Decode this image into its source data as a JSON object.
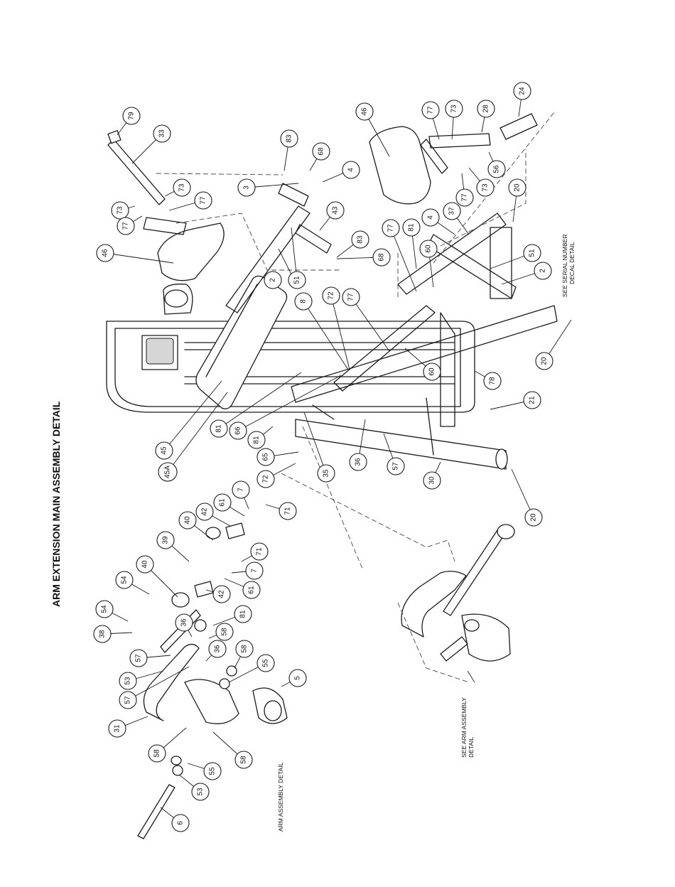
{
  "title": "ARM EXTENSION MAIN ASSEMBLY DETAIL",
  "notes": {
    "arm_assembly_detail": "ARM ASSEMBLY DETAIL",
    "see_arm_assembly": [
      "SEE ARM ASSEMBLY",
      "DETAIL"
    ],
    "serial_number": [
      "SEE SERIAL NUMBER",
      "DECAL DETAIL"
    ]
  },
  "callouts": [
    {
      "id": "79"
    },
    {
      "id": "33"
    },
    {
      "id": "73"
    },
    {
      "id": "77"
    },
    {
      "id": "73"
    },
    {
      "id": "77"
    },
    {
      "id": "46"
    },
    {
      "id": "83"
    },
    {
      "id": "68"
    },
    {
      "id": "4"
    },
    {
      "id": "3"
    },
    {
      "id": "43"
    },
    {
      "id": "2"
    },
    {
      "id": "51"
    },
    {
      "id": "83"
    },
    {
      "id": "68"
    },
    {
      "id": "46"
    },
    {
      "id": "77"
    },
    {
      "id": "73"
    },
    {
      "id": "28"
    },
    {
      "id": "24"
    },
    {
      "id": "56"
    },
    {
      "id": "73"
    },
    {
      "id": "77"
    },
    {
      "id": "4"
    },
    {
      "id": "37"
    },
    {
      "id": "20"
    },
    {
      "id": "81"
    },
    {
      "id": "60"
    },
    {
      "id": "77"
    },
    {
      "id": "51"
    },
    {
      "id": "2"
    },
    {
      "id": "72"
    },
    {
      "id": "77"
    },
    {
      "id": "8"
    },
    {
      "id": "60"
    },
    {
      "id": "78"
    },
    {
      "id": "20"
    },
    {
      "id": "21"
    },
    {
      "id": "45"
    },
    {
      "id": "45A"
    },
    {
      "id": "81"
    },
    {
      "id": "66"
    },
    {
      "id": "81"
    },
    {
      "id": "65"
    },
    {
      "id": "72"
    },
    {
      "id": "35"
    },
    {
      "id": "36"
    },
    {
      "id": "57"
    },
    {
      "id": "30"
    },
    {
      "id": "20"
    },
    {
      "id": "7"
    },
    {
      "id": "71"
    },
    {
      "id": "42"
    },
    {
      "id": "61"
    },
    {
      "id": "40"
    },
    {
      "id": "39"
    },
    {
      "id": "40"
    },
    {
      "id": "71"
    },
    {
      "id": "7"
    },
    {
      "id": "61"
    },
    {
      "id": "42"
    },
    {
      "id": "54"
    },
    {
      "id": "54"
    },
    {
      "id": "38"
    },
    {
      "id": "36"
    },
    {
      "id": "81"
    },
    {
      "id": "58"
    },
    {
      "id": "57"
    },
    {
      "id": "36"
    },
    {
      "id": "53"
    },
    {
      "id": "58"
    },
    {
      "id": "55"
    },
    {
      "id": "57"
    },
    {
      "id": "5"
    },
    {
      "id": "31"
    },
    {
      "id": "58"
    },
    {
      "id": "58"
    },
    {
      "id": "55"
    },
    {
      "id": "53"
    },
    {
      "id": "6"
    }
  ]
}
